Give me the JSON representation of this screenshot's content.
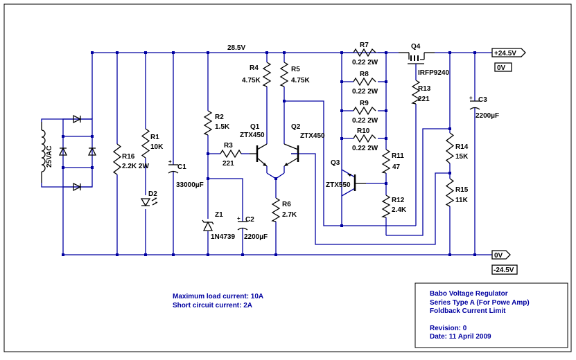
{
  "net_labels": {
    "rail": "28.5V",
    "out_pos": "+24.5V",
    "zero_top": "0V",
    "zero_bottom": "0V",
    "out_neg": "-24.5V",
    "ac": "25VAC"
  },
  "components": {
    "r1": {
      "ref": "R1",
      "value": "10K"
    },
    "r2": {
      "ref": "R2",
      "value": "1.5K"
    },
    "r3": {
      "ref": "R3",
      "value": "221"
    },
    "r4": {
      "ref": "R4",
      "value": "4.75K"
    },
    "r5": {
      "ref": "R5",
      "value": "4.75K"
    },
    "r6": {
      "ref": "R6",
      "value": "2.7K"
    },
    "r7": {
      "ref": "R7",
      "value": "0.22 2W"
    },
    "r8": {
      "ref": "R8",
      "value": "0.22 2W"
    },
    "r9": {
      "ref": "R9",
      "value": "0.22 2W"
    },
    "r10": {
      "ref": "R10",
      "value": "0.22 2W"
    },
    "r11": {
      "ref": "R11",
      "value": "47"
    },
    "r12": {
      "ref": "R12",
      "value": "2.4K"
    },
    "r13": {
      "ref": "R13",
      "value": "221"
    },
    "r14": {
      "ref": "R14",
      "value": "15K"
    },
    "r15": {
      "ref": "R15",
      "value": "11K"
    },
    "r16": {
      "ref": "R16",
      "value": "2.2K 2W"
    },
    "c1": {
      "ref": "C1",
      "value": "33000µF"
    },
    "c2": {
      "ref": "C2",
      "value": "2200µF"
    },
    "c3": {
      "ref": "C3",
      "value": "2200µF"
    },
    "z1": {
      "ref": "Z1",
      "value": "1N4739"
    },
    "d2": {
      "ref": "D2",
      "value": ""
    },
    "q1": {
      "ref": "Q1",
      "value": "ZTX450"
    },
    "q2": {
      "ref": "Q2",
      "value": "ZTX450"
    },
    "q3": {
      "ref": "Q3",
      "value": "ZTX550"
    },
    "q4": {
      "ref": "Q4",
      "value": "IRFP9240"
    }
  },
  "notes": {
    "max_load": "Maximum load current: 10A",
    "short_circuit": "Short circuit current: 2A"
  },
  "title_block": {
    "line1": "Babo Voltage Regulator",
    "line2": "Series Type A (For Powe Amp)",
    "line3": "Foldback Current Limit",
    "revision": "Revision: 0",
    "date": "Date: 11 April 2009"
  },
  "colors": {
    "wire": "#0000a0",
    "component": "#000000",
    "background": "#ffffff"
  }
}
